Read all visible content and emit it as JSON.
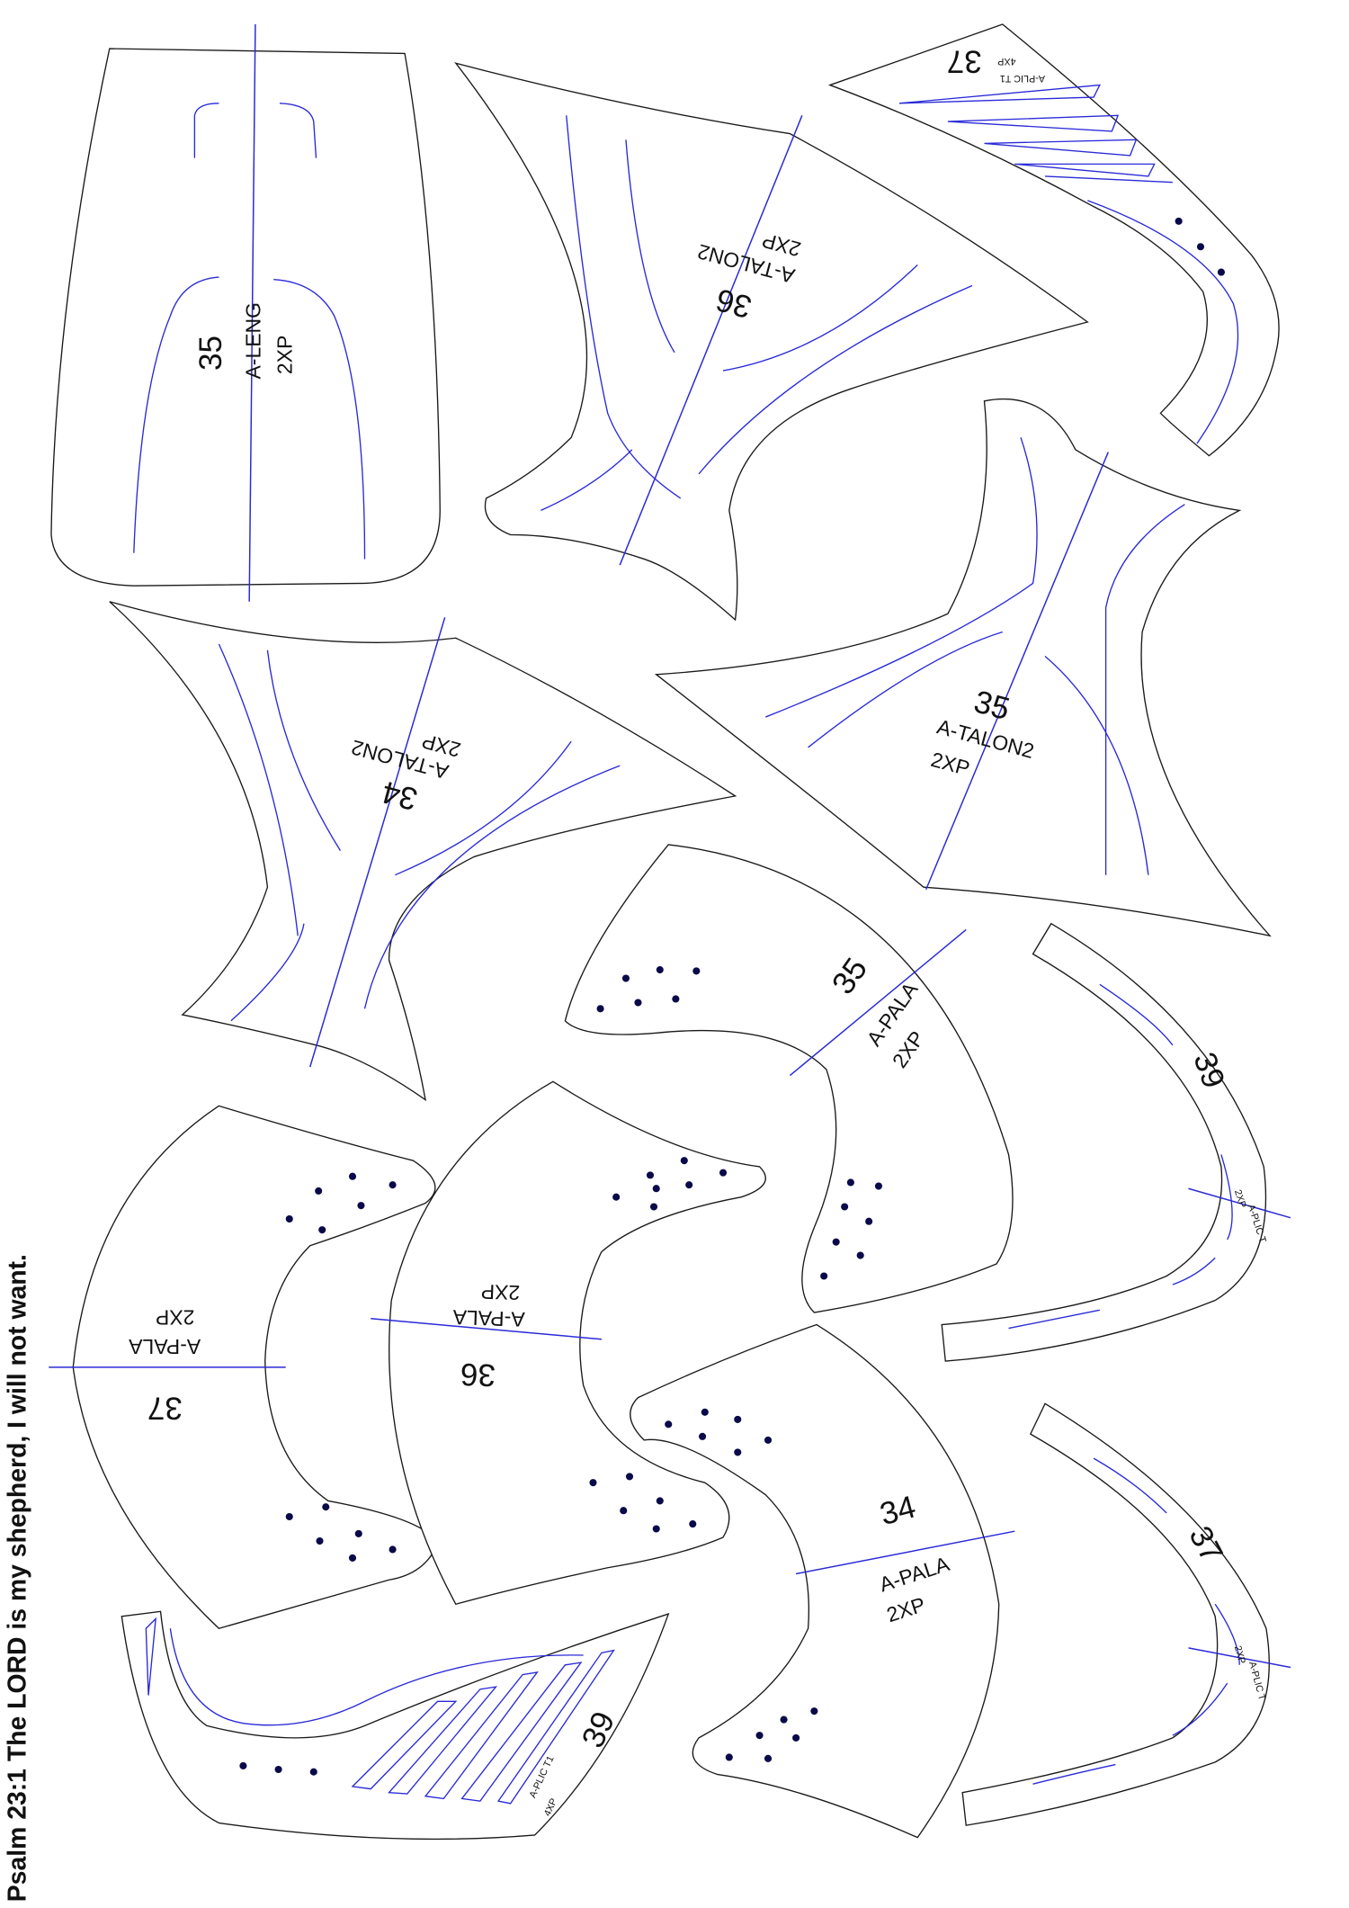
{
  "footer": "Psalm 23:1 The LORD is my shepherd, I will not want.",
  "colors": {
    "outline": "#1a1a1a",
    "stitch": "#2a2ad8",
    "dots": "#0a0a4a"
  },
  "pieces": [
    {
      "size": "35",
      "name": "A-LENG",
      "qty": "2XP"
    },
    {
      "size": "36",
      "name": "A-TALON2",
      "qty": "2XP"
    },
    {
      "size": "37",
      "name": "A-PLIC T1",
      "qty": "4XP"
    },
    {
      "size": "34",
      "name": "A-TALON2",
      "qty": "2XP"
    },
    {
      "size": "35",
      "name": "A-TALON2",
      "qty": "2XP"
    },
    {
      "size": "35",
      "name": "A-PALA",
      "qty": "2XP"
    },
    {
      "size": "39",
      "name": "A-PLIC T",
      "qty": "2XP"
    },
    {
      "size": "37",
      "name": "A-PALA",
      "qty": "2XP"
    },
    {
      "size": "36",
      "name": "A-PALA",
      "qty": "2XP"
    },
    {
      "size": "34",
      "name": "A-PALA",
      "qty": "2XP"
    },
    {
      "size": "37",
      "name": "A-PLIC T",
      "qty": "2XP"
    },
    {
      "size": "39",
      "name": "A-PLIC T1",
      "qty": "4XP"
    }
  ]
}
